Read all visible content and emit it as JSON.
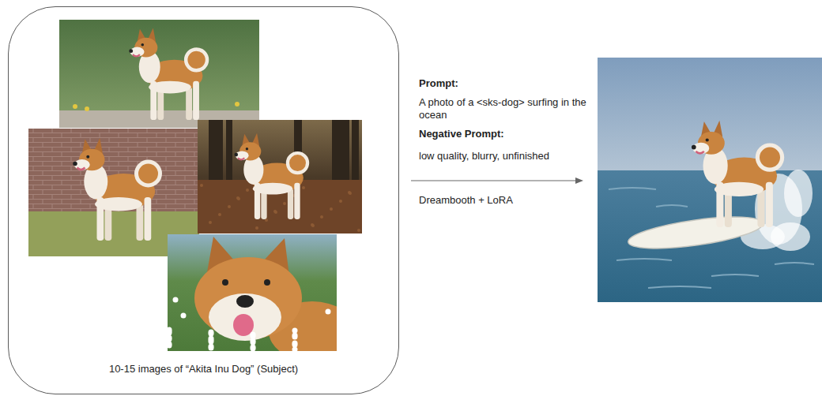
{
  "diagram": {
    "nodes": [
      {
        "text": [
          "10-15 images of “Akita Inu Dog” (Subject)"
        ]
      }
    ],
    "labels": [
      "Prompt:",
      "A photo of a <sks-dog> surfing in the ocean",
      "Negative Prompt:",
      "low quality, blurry, unfinished",
      "Dreambooth + LoRA"
    ]
  }
}
